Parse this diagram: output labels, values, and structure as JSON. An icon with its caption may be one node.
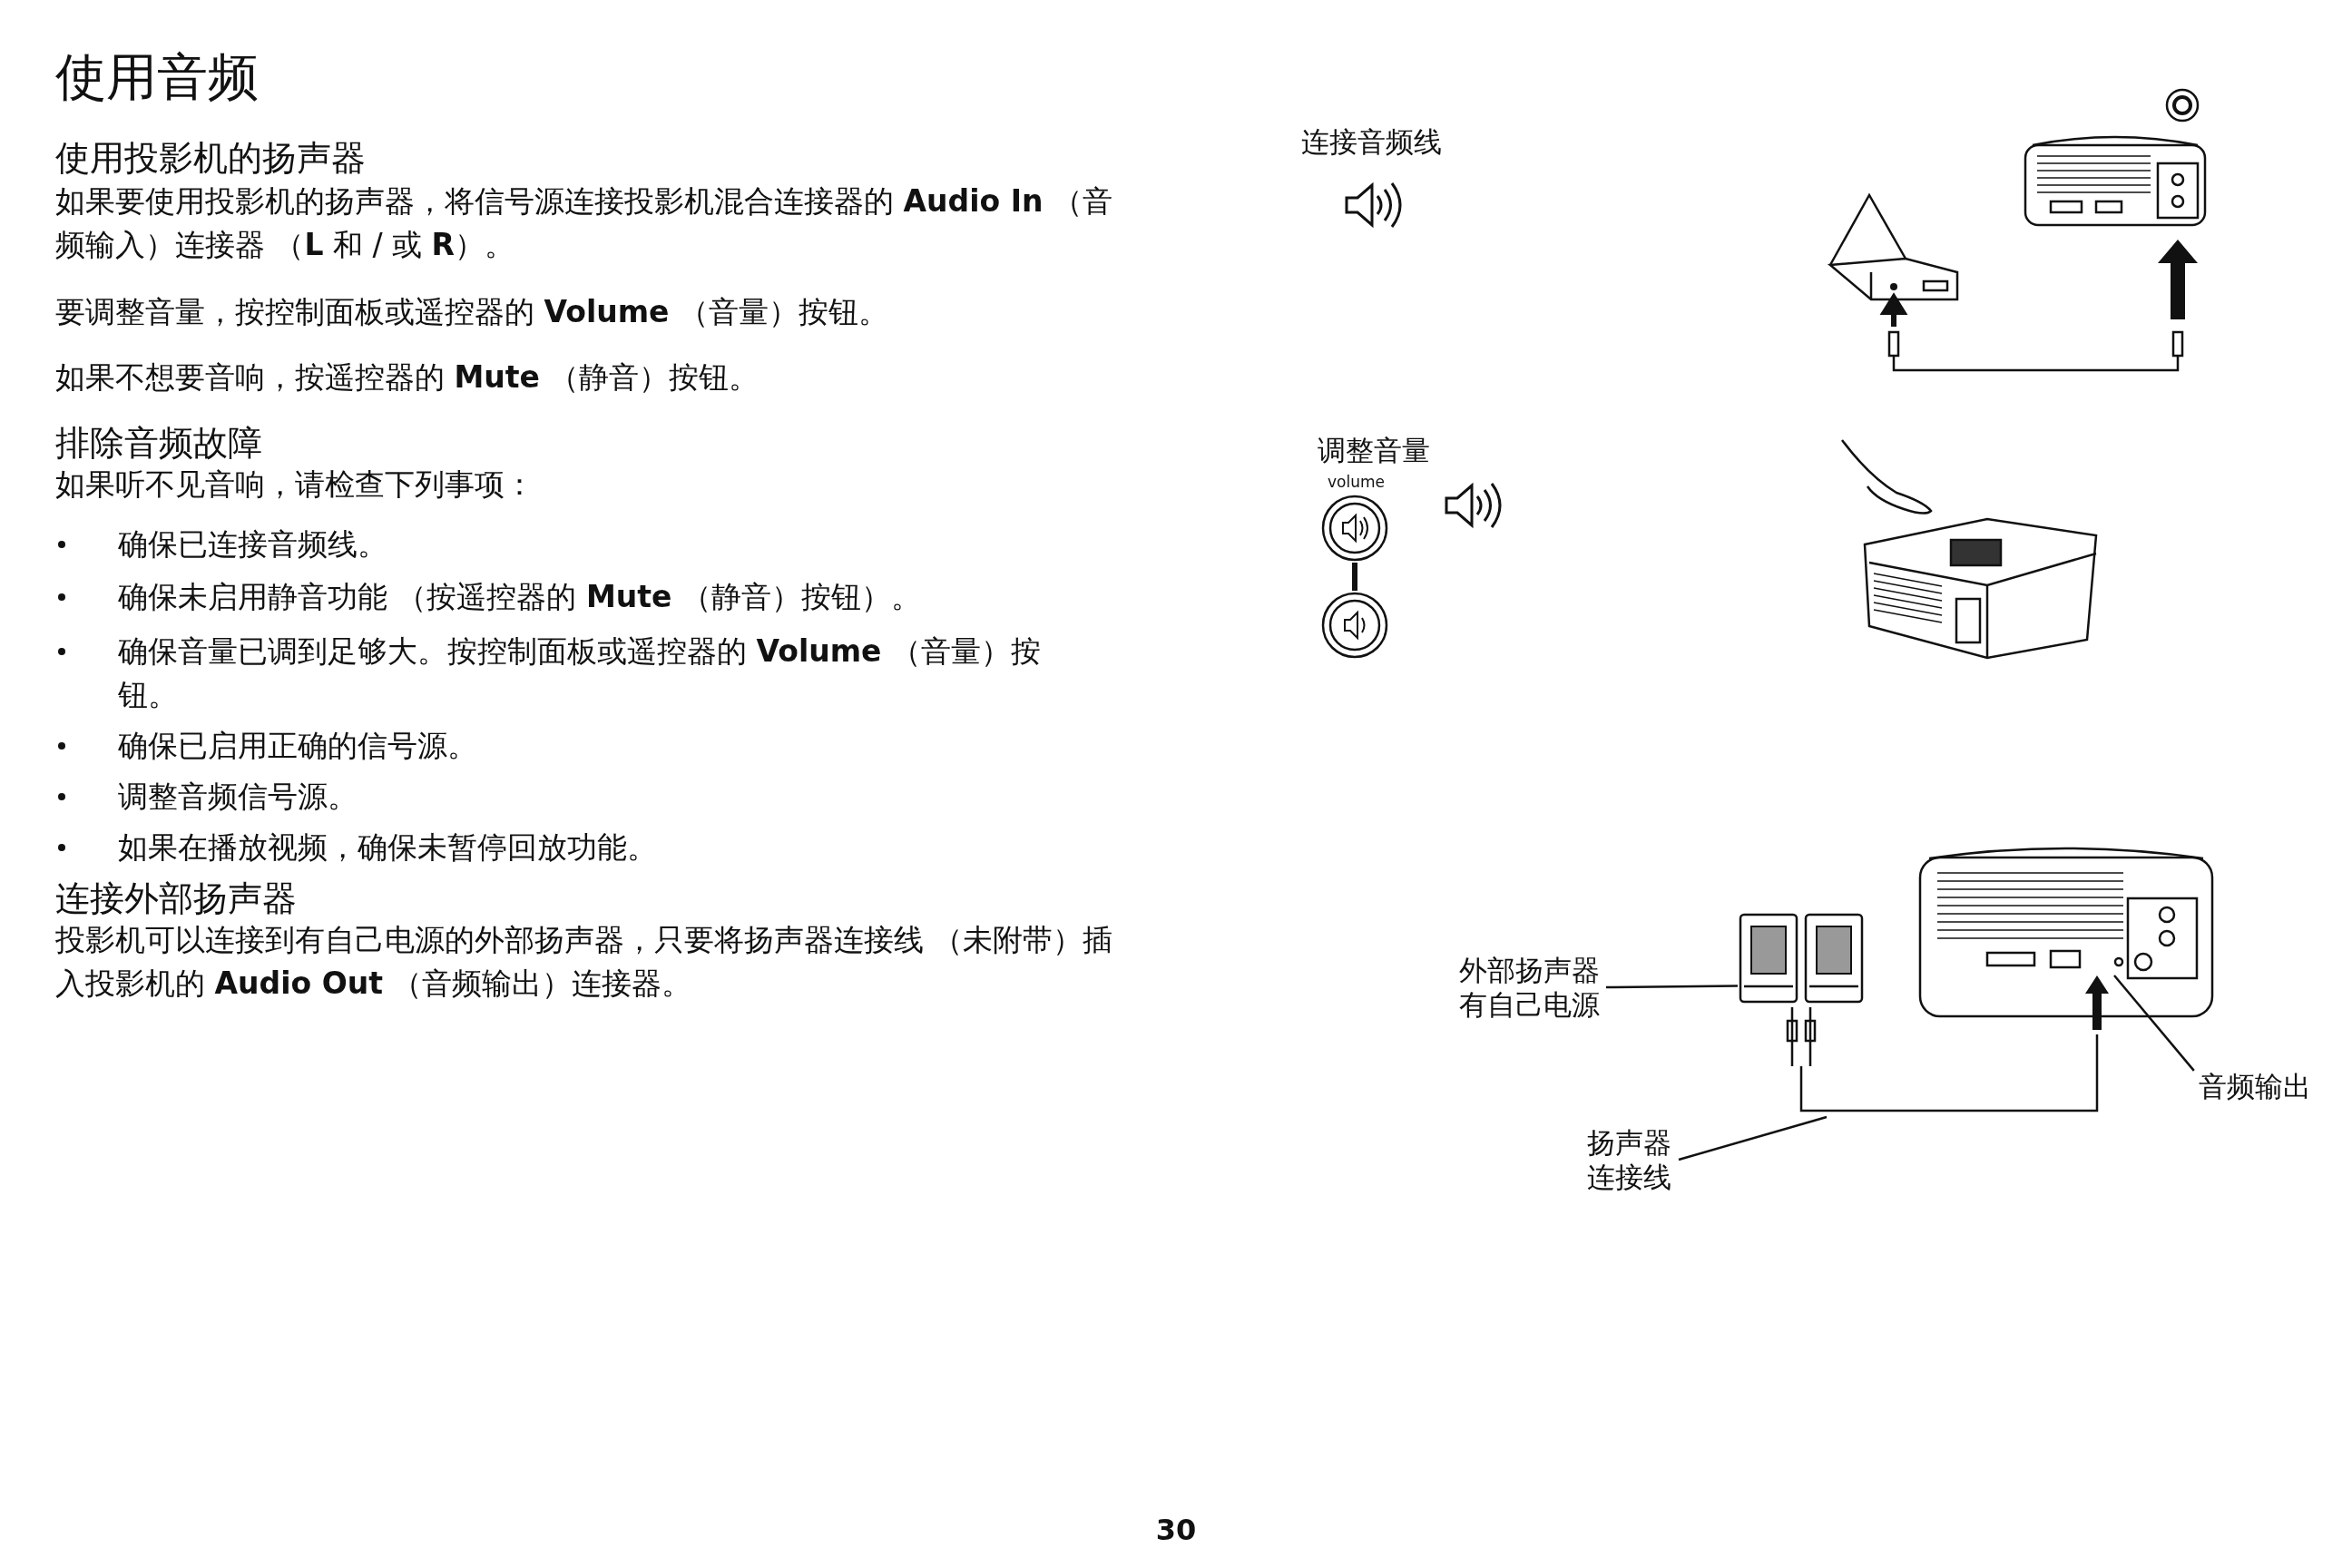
{
  "diagram": {
    "title": "使用音频",
    "nodes": [
      {
        "text": [
          "外部扬声器有自己电源"
        ]
      },
      {
        "text": [],
        "shape": "picture"
      },
      {
        "text": [
          "音频输出"
        ]
      },
      {
        "text": [
          "扬声器连接线"
        ]
      }
    ],
    "edges": [
      {
        "from": 0,
        "to": 1,
        "arrow": "none"
      },
      {
        "from": 2,
        "to": null,
        "arrow": "none"
      },
      {
        "from": 3,
        "to": null,
        "arrow": "none"
      }
    ],
    "labels": [
      "使用投影机的扬声器",
      "如果要使用投影机的扬声器，将信号源连接投影机混合连接器的 **Audio In** （音频输入）连接器 （**L** 和 / 或 **R**）。",
      "要调整音量，按控制面板或遥控器的 **Volume** （音量）按钮。",
      "如果不想要音响，按遥控器的 **Mute** （静音）按钮。",
      "排除音频故障",
      "如果听不见音响，请检查下列事项：",
      "确保已连接音频线。",
      "确保未启用静音功能 （按遥控器的 **Mute** （静音）按钮）。",
      "确保音量已调到足够大。按控制面板或遥控器的 **Volume** （音量）按钮。",
      "确保已启用正确的信号源。",
      "调整音频信号源。",
      "如果在播放视频，确保未暂停回放功能。",
      "连接外部扬声器",
      "投影机可以连接到有自己电源的外部扬声器，只要将扬声器连接线 （未附带）插入投影机的 **Audio Out** （音频输出）连接器。",
      "连接音频线",
      "调整音量",
      "volume",
      "30"
    ]
  }
}
